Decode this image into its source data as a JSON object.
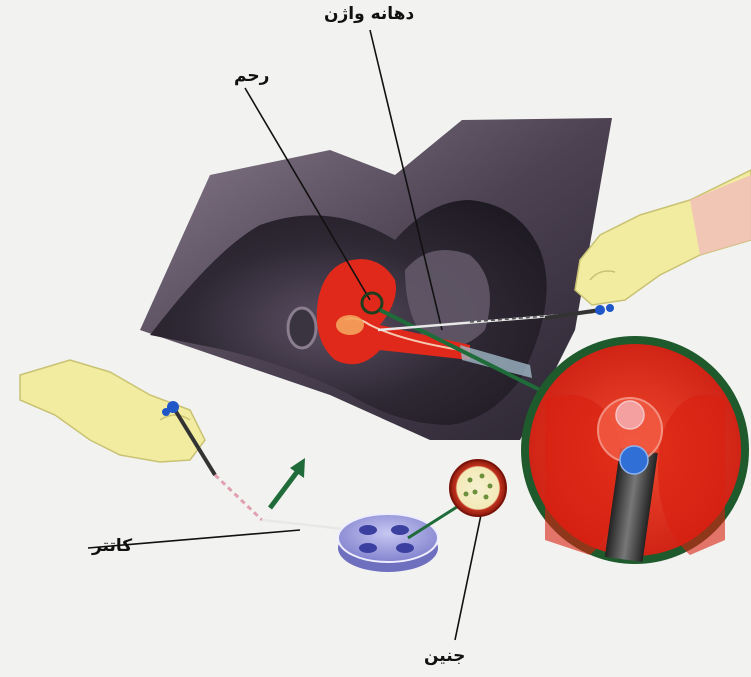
{
  "labels": {
    "cervix": "دهانه واژن",
    "uterus": "رحم",
    "catheter": "کاتتر",
    "embryo": "جنین"
  },
  "colors": {
    "background": "#f2f2f0",
    "body_dark": "#2a2530",
    "uterus_red": "#e0291a",
    "glove_yellow": "#f1eca0",
    "arrow_green": "#1f6b3a",
    "dish_blue": "#8f90d8"
  },
  "icons": [
    "glove-hand-icon",
    "syringe-icon",
    "petri-dish-icon",
    "arrow-up-icon",
    "magnifier-circle-icon"
  ]
}
